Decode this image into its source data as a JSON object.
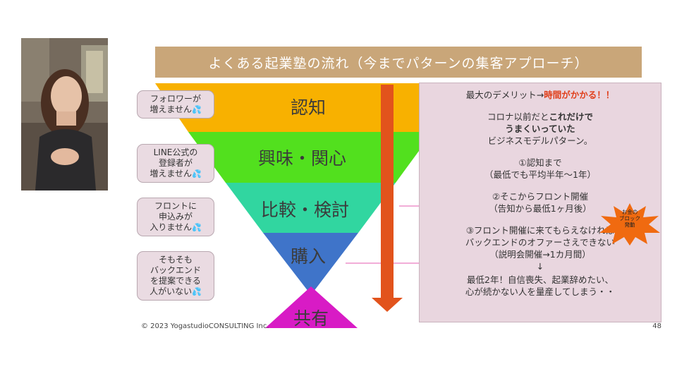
{
  "slide": {
    "title": "よくある起業塾の流れ（今までパターンの集客アプローチ）",
    "stages": [
      "認知",
      "興味・関心",
      "比較・検討",
      "購入",
      "共有"
    ],
    "bubbles": [
      {
        "text": "フォロワーが\n増えません"
      },
      {
        "text": "LINE公式の\n登録者が\n増えません"
      },
      {
        "text": "フロントに\n申込みが\n入りません"
      },
      {
        "text": "そもそも\nバックエンド\nを提案できる\n人がいない"
      }
    ],
    "drop_glyph": "💦",
    "info": {
      "line1_prefix": "最大のデメリット→",
      "line1_highlight": "時間がかかる！！",
      "line2_a": "コロナ以前だと",
      "line2_bold_a": "これだけで",
      "line2_bold_b": "うまくいっていた",
      "line2_b": "ビジネスモデルパターン。",
      "step1_title": "①認知まで",
      "step1_detail": "（最低でも平均半年〜1年）",
      "step2_title": "②そこからフロント開催",
      "step2_detail": "（告知から最低1ヶ月後）",
      "step3_title": "③フロント開催に来てもらえなければ",
      "step3_line2": "バックエンドのオファーさえできない",
      "step3_detail": "（説明会開催→1カ月間）",
      "arrow": "↓",
      "conclusion_1": "最低2年！自信喪失、起業辞めたい、",
      "conclusion_2": "心が続かない人を量産してしまう・・"
    },
    "burst_text": "お金の\nブロック\n発動",
    "footer": "© 2023 YogastudioCONSULTING Inc.",
    "page_number": "48",
    "colors": {
      "title_bg": "#c9a679",
      "stage1": "#f8b100",
      "stage2": "#52e01e",
      "stage3": "#31d6a0",
      "stage4": "#3f74c9",
      "stage5": "#d81bc5",
      "arrow": "#e2531c",
      "info_bg": "#e9d6df",
      "burst": "#f06a10"
    }
  }
}
